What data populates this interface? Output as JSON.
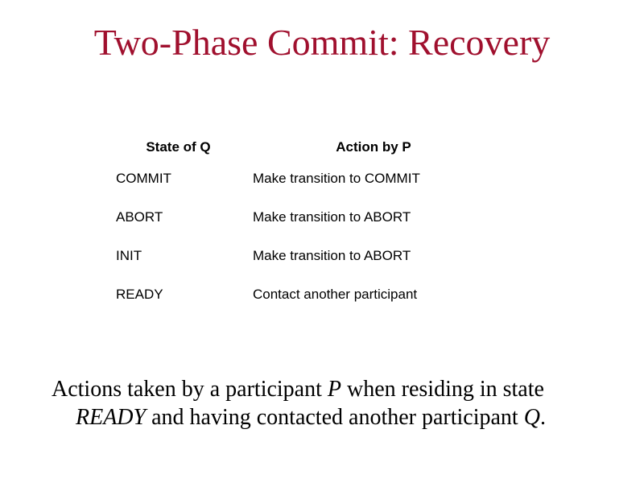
{
  "slide": {
    "title": "Two-Phase Commit: Recovery",
    "title_color": "#a0102e"
  },
  "table": {
    "headers": [
      "State of Q",
      "Action by P"
    ],
    "rows": [
      {
        "state": "COMMIT",
        "action": "Make transition to COMMIT"
      },
      {
        "state": "ABORT",
        "action": "Make transition to ABORT"
      },
      {
        "state": "INIT",
        "action": "Make transition to ABORT"
      },
      {
        "state": "READY",
        "action": "Contact another participant"
      }
    ]
  },
  "caption": {
    "part1": "Actions taken by a participant ",
    "var_p": "P",
    "part2": " when residing in state",
    "state_ready": "READY",
    "part3": " and having contacted another participant ",
    "var_q": "Q",
    "part4": "."
  }
}
